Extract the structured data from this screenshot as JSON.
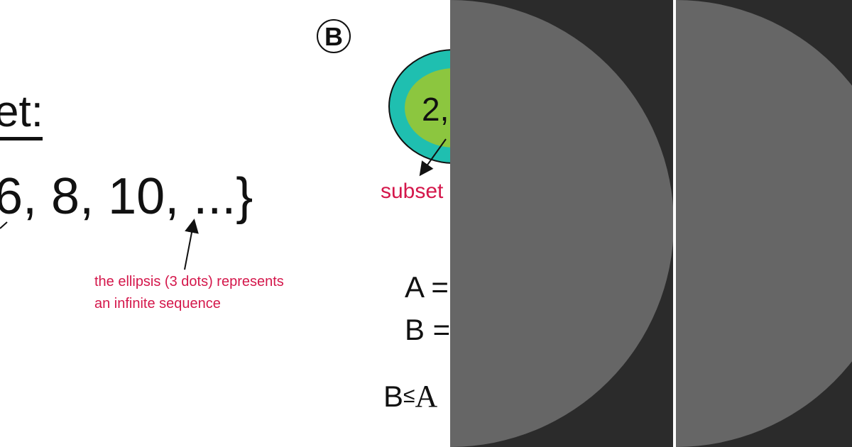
{
  "slide": {
    "heading": "et:",
    "sequence": "6, 8, 10, ...}",
    "ellipsis_note_line1": "the ellipsis (3 dots) represents",
    "ellipsis_note_line2": "an infinite sequence",
    "badge_letter": "B",
    "venn_inner_text": "2,",
    "subset_label": "subset",
    "eq_a": "A =",
    "eq_b": "B =",
    "relation_left": "B",
    "relation_symbol": "≤",
    "relation_right": "A"
  },
  "colors": {
    "text": "#111111",
    "annotation": "#d4174b",
    "venn_outer": "#1fbfb0",
    "venn_inner": "#8cc63f",
    "panel_dark": "#2b2b2b",
    "panel_disc": "#666666",
    "panel_divider": "#ffffff"
  }
}
